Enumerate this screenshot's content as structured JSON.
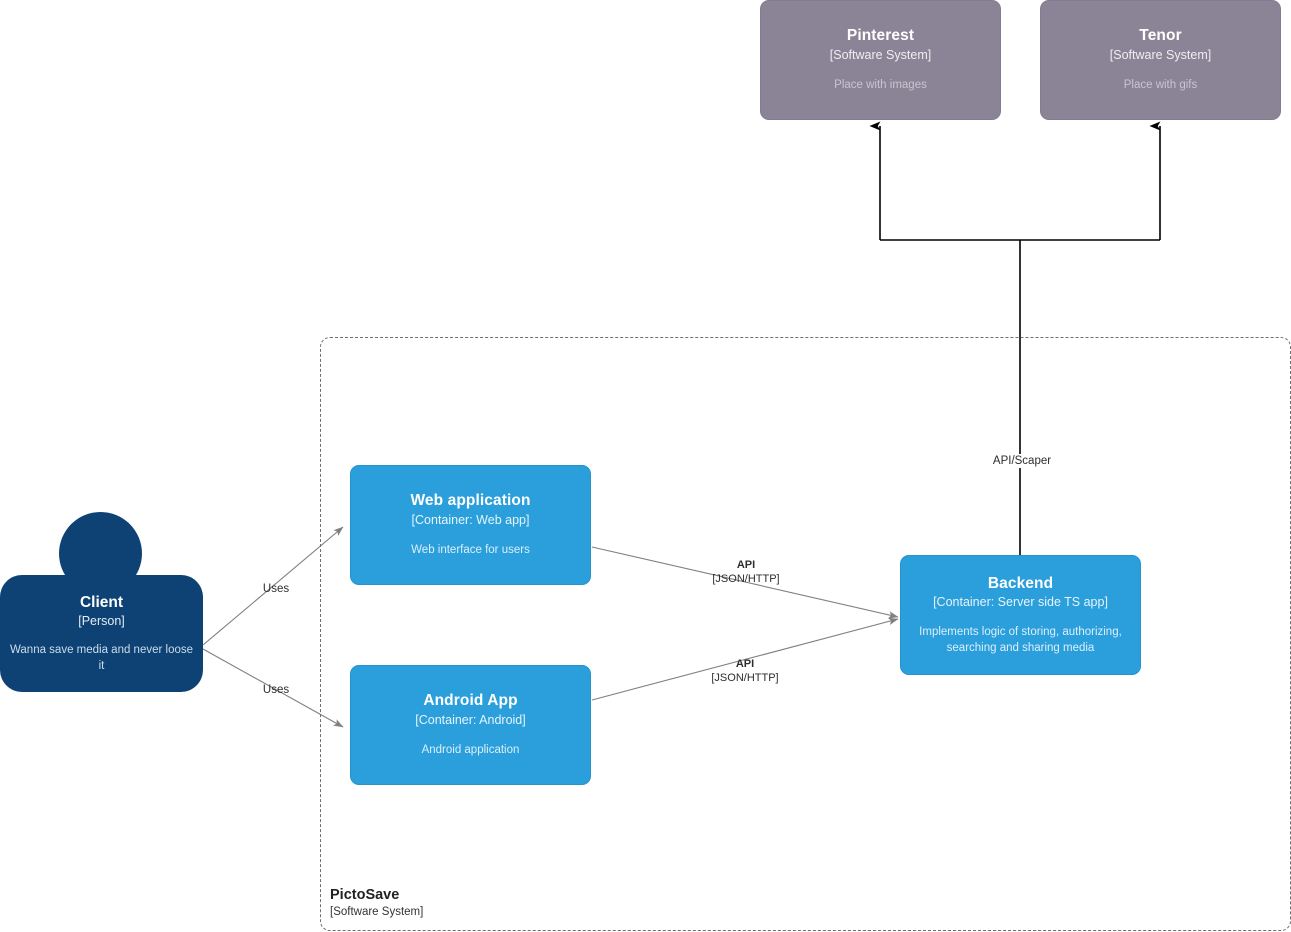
{
  "diagram": {
    "type": "c4-container-diagram",
    "background": "#ffffff",
    "palette": {
      "external_system": "#8B8496",
      "container": "#2B9FDB",
      "person": "#0E4275",
      "edge": "#808080",
      "edge_dark": "#000000",
      "boundary": "#6f6f6f"
    }
  },
  "external_systems": [
    {
      "id": "pinterest",
      "name": "Pinterest",
      "tech": "[Software System]",
      "description": "Place with images"
    },
    {
      "id": "tenor",
      "name": "Tenor",
      "tech": "[Software System]",
      "description": "Place with gifs"
    }
  ],
  "person": {
    "id": "client",
    "name": "Client",
    "tech": "[Person]",
    "description": "Wanna save media and never loose it"
  },
  "boundary": {
    "id": "pictosave",
    "name": "PictoSave",
    "tech": "[Software System]"
  },
  "containers": [
    {
      "id": "web-application",
      "name": "Web application",
      "tech": "[Container: Web app]",
      "description": "Web interface for users"
    },
    {
      "id": "android-app",
      "name": "Android App",
      "tech": "[Container: Android]",
      "description": "Android application"
    },
    {
      "id": "backend",
      "name": "Backend",
      "tech": "[Container: Server side TS app]",
      "description": "Implements logic of storing, authorizing, searching and sharing media"
    }
  ],
  "relationships": [
    {
      "id": "client-to-web",
      "from": "client",
      "to": "web-application",
      "label": "Uses",
      "tech": ""
    },
    {
      "id": "client-to-android",
      "from": "client",
      "to": "android-app",
      "label": "Uses",
      "tech": ""
    },
    {
      "id": "web-to-backend",
      "from": "web-application",
      "to": "backend",
      "label": "API",
      "tech": "[JSON/HTTP]"
    },
    {
      "id": "android-to-backend",
      "from": "android-app",
      "to": "backend",
      "label": "API",
      "tech": "[JSON/HTTP]"
    },
    {
      "id": "backend-to-externals",
      "from": "backend",
      "to": "pinterest, tenor",
      "label": "API/Scaper",
      "tech": ""
    }
  ]
}
